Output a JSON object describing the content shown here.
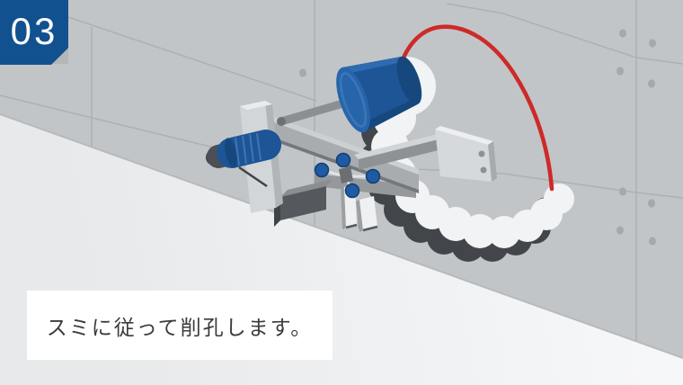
{
  "badge": {
    "step_number": "03"
  },
  "caption": {
    "text": "スミに従って削孔します。"
  },
  "illustration": {
    "subject": "core-drilling machine drilling a row of overlapping holes in a concrete wall",
    "drilled_hole_count": 12
  },
  "colors": {
    "badge_blue": "#11518f",
    "machine_blue": "#1d5596",
    "hose_red": "#ce2a28",
    "wall_gray": "#c2c5c8",
    "floor_light": "#eceeef",
    "hole_dark": "#42464b",
    "hole_white": "#f2f3f4",
    "caption_bg": "#ffffff",
    "caption_text": "#3b3b3d"
  }
}
